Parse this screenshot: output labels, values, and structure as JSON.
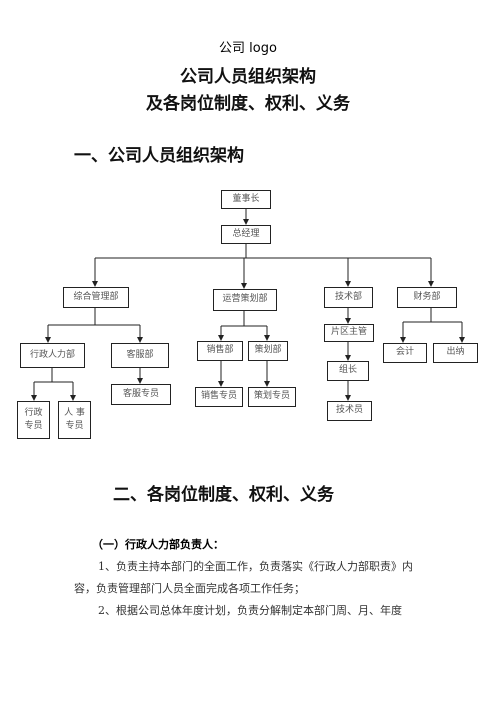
{
  "header": {
    "logo_text": "公司 logo"
  },
  "title": {
    "line1": "公司人员组织架构",
    "line2": "及各岗位制度、权利、义务"
  },
  "section1": {
    "heading": "一、公司人员组织架构"
  },
  "org": {
    "chairman": "董事长",
    "gm": "总经理",
    "dept_admin": "综合管理部",
    "dept_ops": "运营策划部",
    "dept_tech": "技术部",
    "dept_fin": "财务部",
    "hr": "行政人力部",
    "cs": "客服部",
    "admin_staff": "行政\n专员",
    "hr_staff": "人 事\n专员",
    "cs_staff": "客服专员",
    "sales": "销售部",
    "planning": "策划部",
    "sales_staff": "销售专员",
    "planning_staff": "策划专员",
    "area_mgr": "片区主管",
    "team_lead": "组长",
    "technician": "技术员",
    "accountant": "会计",
    "cashier": "出纳"
  },
  "section2": {
    "heading": "二、各岗位制度、权利、义务"
  },
  "sub1": {
    "heading": "（一）行政人力部负责人："
  },
  "paragraphs": {
    "p1": "1、负责主持本部门的全面工作，负责落实《行政人力部职责》内容，负责管理部门人员全面完成各项工作任务；",
    "p2": "2、根据公司总体年度计划，负责分解制定本部门周、月、年度"
  }
}
